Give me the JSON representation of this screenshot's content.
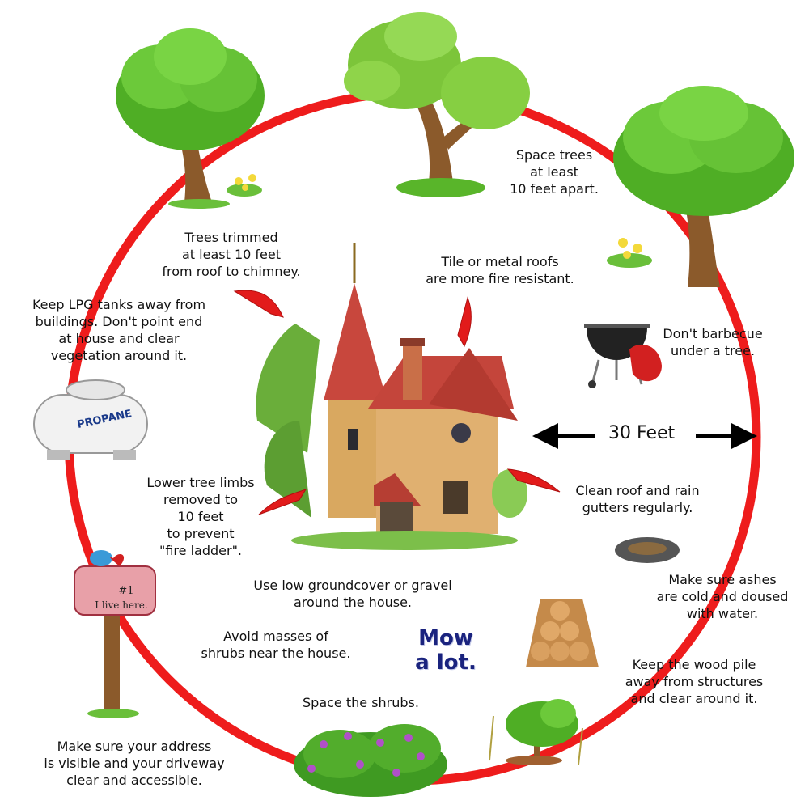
{
  "colors": {
    "ring": "#ee1c1c",
    "foliage": "#5fbf2a",
    "trunk": "#8b5a2b",
    "roof": "#c8473d",
    "house_wall": "#d9a860",
    "propane": "#f2f2f2",
    "mow_text": "#1a237e",
    "flower": "#b050c8"
  },
  "labels": {
    "space_trees": [
      "Space trees",
      "at least",
      "10 feet apart."
    ],
    "trees_trimmed": [
      "Trees trimmed",
      "at least 10 feet",
      "from roof to chimney."
    ],
    "tile_roofs": [
      "Tile or metal roofs",
      "are more fire resistant."
    ],
    "lpg": [
      "Keep LPG tanks away from",
      "buildings. Don't point end",
      "at house and clear",
      "vegetation around it."
    ],
    "barbecue": [
      "Don't barbecue",
      "under a tree."
    ],
    "distance": "30 Feet",
    "lower_limbs": [
      "Lower tree limbs",
      "removed to",
      "10 feet",
      "to prevent",
      "\"fire ladder\"."
    ],
    "clean_roof": [
      "Clean roof and rain",
      "gutters regularly."
    ],
    "ashes": [
      "Make sure ashes",
      "are cold and doused",
      "with water."
    ],
    "groundcover": [
      "Use low groundcover or gravel",
      "around the house."
    ],
    "avoid_shrubs": [
      "Avoid masses of",
      "shrubs near the house."
    ],
    "mow": [
      "Mow",
      "a lot."
    ],
    "wood_pile": [
      "Keep the wood pile",
      "away from structures",
      "and clear around it."
    ],
    "space_shrubs": [
      "Space the shrubs."
    ],
    "address": [
      "Make sure your address",
      "is visible and your driveway",
      "clear and accessible."
    ],
    "propane_tank_text": "PROPANE",
    "mailbox_number": "#1",
    "mailbox_text": "I live here."
  }
}
